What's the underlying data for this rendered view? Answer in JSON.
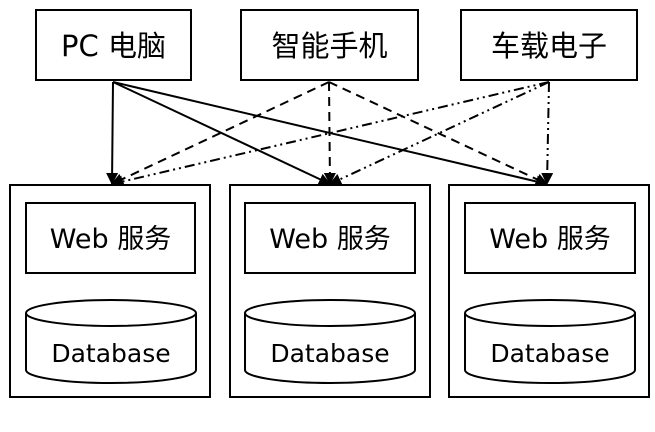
{
  "clients": [
    {
      "id": "pc",
      "label": "PC 电脑",
      "line_style": "solid"
    },
    {
      "id": "phone",
      "label": "智能手机",
      "line_style": "dashed"
    },
    {
      "id": "car",
      "label": "车载电子",
      "line_style": "dashdot"
    }
  ],
  "servers": [
    {
      "service_label": "Web 服务",
      "database_label": "Database"
    },
    {
      "service_label": "Web 服务",
      "database_label": "Database"
    },
    {
      "service_label": "Web 服务",
      "database_label": "Database"
    }
  ],
  "connections": "every client connects to every server"
}
